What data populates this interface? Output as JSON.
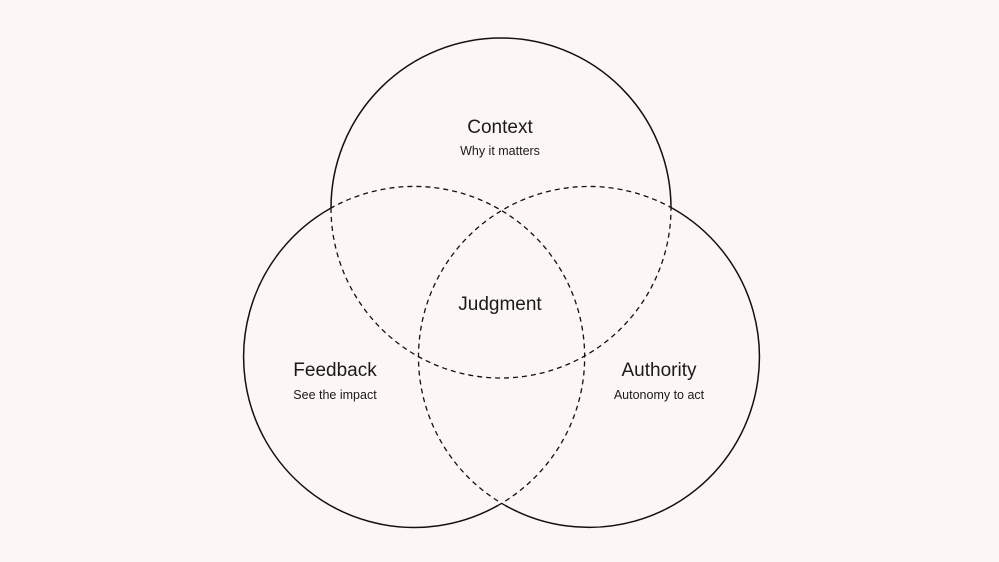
{
  "diagram": {
    "circles": [
      {
        "id": "context",
        "title": "Context",
        "subtitle": "Why it matters"
      },
      {
        "id": "feedback",
        "title": "Feedback",
        "subtitle": "See the impact"
      },
      {
        "id": "authority",
        "title": "Authority",
        "subtitle": "Autonomy to act"
      }
    ],
    "center": {
      "label": "Judgment"
    }
  },
  "colors": {
    "background": "#FCF7F4",
    "stroke": "#111111",
    "text": "#1A1A1A"
  }
}
